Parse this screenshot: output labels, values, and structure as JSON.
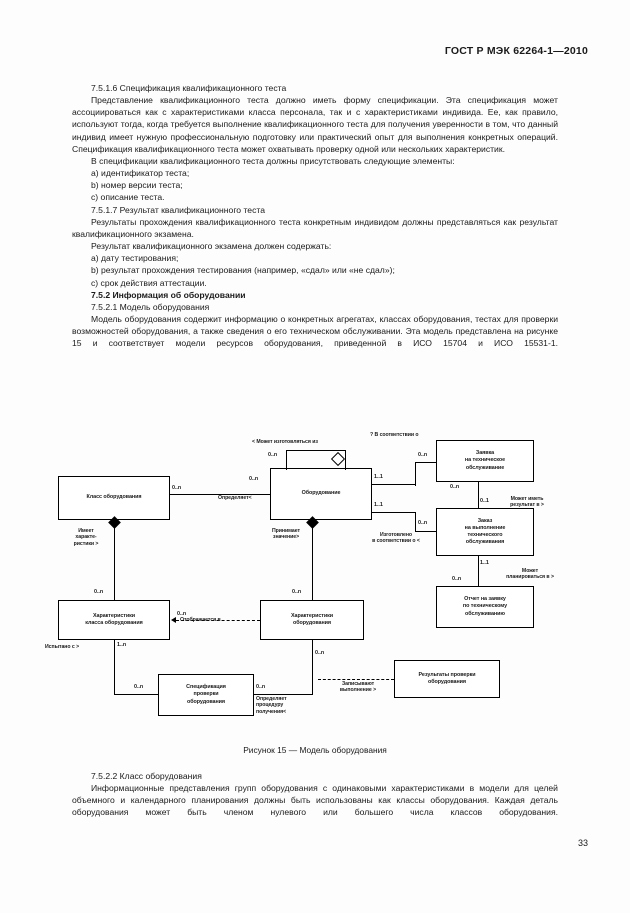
{
  "header": {
    "standard": "ГОСТ Р МЭК 62264-1—2010"
  },
  "page_number": "33",
  "body": {
    "paragraphs": [
      "7.5.1.6 Спецификация квалификационного теста",
      "Представление квалификационного теста должно иметь форму спецификации. Эта спецификация может ассоциироваться как с характеристиками класса персонала, так и с характеристиками индивида. Ее, как правило, используют тогда, когда требуется выполнение квалификационного теста для получения уверенности в том, что данный индивид имеет нужную профессиональную подготовку или практический опыт для выполнения конкретных операций. Спецификация квалификационного теста может охватывать проверку одной или нескольких характеристик.",
      "В спецификации квалификационного теста должны присутствовать следующие элементы:",
      "a) идентификатор теста;",
      "b) номер версии теста;",
      "c) описание теста.",
      "7.5.1.7 Результат квалификационного теста",
      "Результаты прохождения квалификационного теста конкретным индивидом должны представляться как результат квалификационного экзамена.",
      "Результат квалификационного экзамена должен содержать:",
      "a) дату тестирования;",
      "b) результат прохождения тестирования (например, «сдал» или «не сдал»);",
      "c) срок действия аттестации.",
      "7.5.2 Информация об оборудовании",
      "7.5.2.1 Модель оборудования",
      "Модель оборудования содержит информацию о конкретных агрегатах, классах оборудования, тестах для проверки возможностей оборудования, а также сведения о его техническом обслуживании. Эта модель представлена на рисунке 15 и соответствует модели ресурсов оборудования, приведенной в ИСО 15704 и ИСО 15531-1."
    ],
    "tail_paragraphs": [
      "7.5.2.2 Класс оборудования",
      "Информационные представления групп оборудования с одинаковыми характеристиками в модели для целей объемного и календарного планирования  должны быть использованы как классы оборудования. Каждая деталь оборудования может быть членом нулевого или большего числа классов оборудования."
    ]
  },
  "figure": {
    "caption": "Рисунок 15 — Модель оборудования",
    "boxes": {
      "equipment_class": "Класс оборудования",
      "equipment": "Оборудование",
      "maintenance_request": "Заявка\nна техническое\nобслуживание",
      "maintenance_work_order": "Заказ\nна выполнение\nтехнического\nобслуживания",
      "maintenance_response": "Отчет на заявку\nпо техническому\nобслуживанию",
      "equipment_class_property": "Характеристики\nкласса оборудования",
      "equipment_property": "Характеристики\nоборудования",
      "equipment_capability_test_spec": "Спецификация\nпроверки\nоборудования",
      "equipment_capability_test_result": "Результаты проверки\nоборудования"
    },
    "edge_labels": {
      "may_be_made_up_of": "< Может изготовляться из",
      "defines": "Определяет<",
      "has_properties": "Имеет\nхаракте-\nристики >",
      "has_values": "Принимает\nзначение>",
      "maps_to": "Отображается в",
      "tested_by": "Испытано с >",
      "defines_procedure": "Определяет\nпроцедуру\nполучения<",
      "records": "Записывают\nвыполнение >",
      "in_accordance_with": "? В соответствии о",
      "made_in_accordance": "Изготовлено\nв соответствии о <",
      "may_have_result": "Может иметь\nрезультат в >",
      "may_be_planned": "Может\nпланироваться в >"
    },
    "cardinalities": {
      "c1": "0..n",
      "c2": "0..n",
      "c3": "0..n",
      "c4": "1..1",
      "c5": "1..1",
      "c6": "0..n",
      "c7": "0..n",
      "c8": "0..1",
      "c9": "1..1",
      "c10": "0..n",
      "c11": "0..n",
      "c12": "0..n",
      "c13": "0..n",
      "c14": "1..n",
      "c15": "0..n",
      "c16": "0..n",
      "c17": "0..n",
      "c18": "0..n"
    }
  }
}
